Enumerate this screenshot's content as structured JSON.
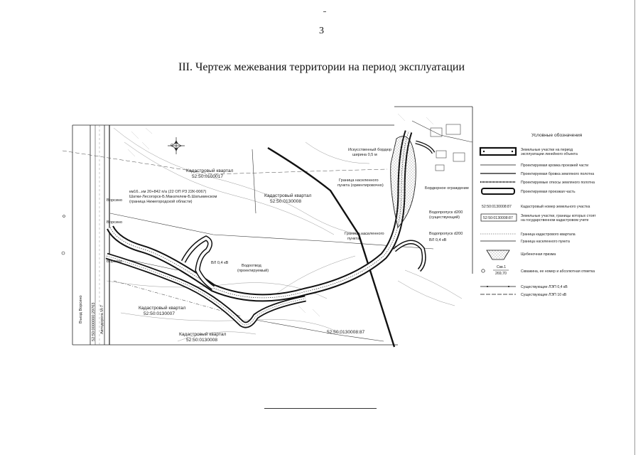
{
  "page": {
    "number": "3",
    "title": "III. Чертеж межевания территории на период эксплуатации"
  },
  "map": {
    "labels": {
      "kv_0100017": "Кадастровый квартал",
      "kv_0100017_num": "52:50:0100017",
      "kv_0130008": "Кадастровый квартал",
      "kv_0130008_num": "52:50:0130008",
      "kv_0130007": "Кадастровый квартал",
      "kv_0130007_num": "52:50:0130007",
      "kv_0130008b": "Кадастровый квартал",
      "kv_0130008b_num": "52:50:0130008",
      "road_note1": "км16...км 20+842 п/а (22 ОП РЗ 22К-0067)",
      "road_note2": "Шатки-Лесогорск-Б.Макателем-Б.Шатьминском",
      "road_note3": "(граница Нижегородской области)",
      "parcel_num": "52:50:0130008:87",
      "vl_04": "ВЛ 0,4 кВ",
      "vl_04b": "ВЛ 0,4 кВ",
      "vodootvod": "Водоотвод",
      "vodootvod2": "(проектируемый)",
      "granitsa": "Граница населенного",
      "granitsa2": "пункта",
      "iskus": "Искусственный бордюр",
      "iskus2": "ширина 0,5 м",
      "vodopropusk": "Водопропуск d200",
      "vodopropusk2": "(существующий)",
      "vodopropusk3": "Водопропуск d200",
      "gran_nasel": "Граница населенного",
      "gran_nasel2": "пункта (ориентировочно)",
      "bordyur": "Бордюрное ограждение",
      "rotated1": "52:50:0000000:29763",
      "rotated2": "Автодорога М-7",
      "rotated3": "Въезд Ворсино",
      "left_road1": "Ворсино",
      "left_road2": "Ворсино",
      "left_road3": "Ворсино"
    }
  },
  "legend": {
    "title": "Условные обозначения",
    "items": [
      {
        "line1": "Земельные участки на период",
        "line2": "эксплуатации линейного объекта"
      },
      {
        "line1": "Проектируемая кромка проезжей части",
        "line2": ""
      },
      {
        "line1": "Проектируемая бровка земляного полотна",
        "line2": ""
      },
      {
        "line1": "Проектируемые откосы земляного полотна",
        "line2": ""
      },
      {
        "line1": "Проектируемая проезжая часть",
        "line2": ""
      },
      {
        "line1": "Кадастровый номер земельного участка",
        "line2": "",
        "code": "52:50:0130008:87"
      },
      {
        "line1": "Земельные участки, границы которых стоят",
        "line2": "на государственном кадастровом учете",
        "code": "52:50:0130008:87"
      },
      {
        "line1": "Граница кадастрового квартала",
        "line2": ""
      },
      {
        "line1": "Граница населенного пункта",
        "line2": ""
      },
      {
        "line1": "Щебеночная призма",
        "line2": ""
      },
      {
        "line1": "Скважина, ее номер и абсолютная отметка",
        "line2": "",
        "top": "Скв.1",
        "bottom": "269,70"
      },
      {
        "line1": "Существующие ЛЭП 0,4 кВ",
        "line2": ""
      },
      {
        "line1": "Существующие ЛЭП 10 кВ",
        "line2": ""
      }
    ]
  }
}
